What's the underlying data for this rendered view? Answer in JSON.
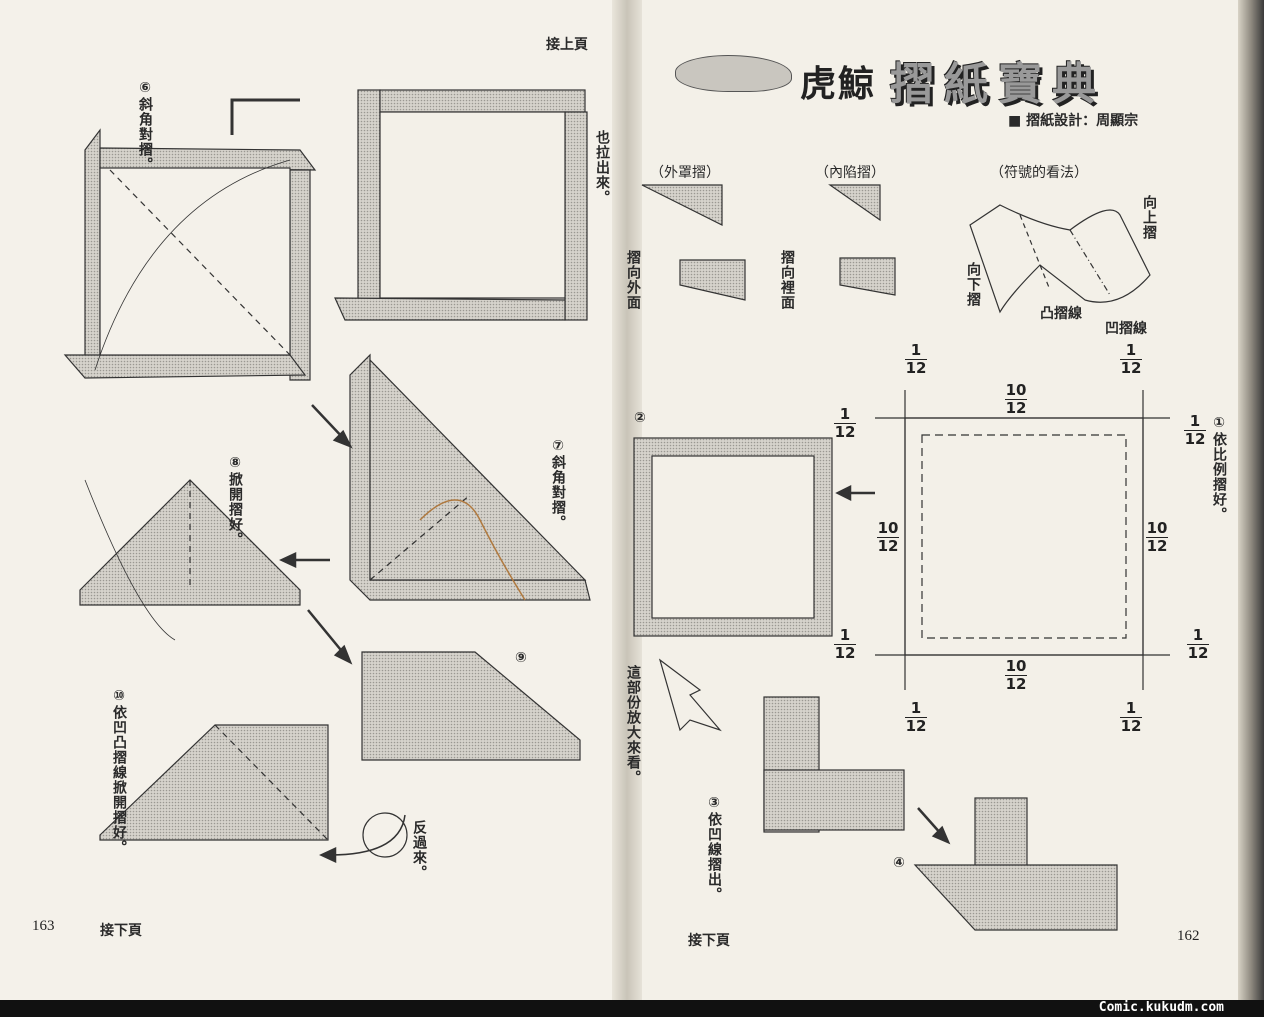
{
  "left_page": {
    "continued_from": "接上頁",
    "step6": "⑥斜角對摺。",
    "pull_out": "也拉出來。",
    "step7": "⑦斜角對摺。",
    "step8": "⑧掀開摺好。",
    "step9": "⑨",
    "step10": "⑩依凹凸摺線掀開摺好。",
    "flip_over": "反過來。",
    "page_number": "163",
    "continued_next": "接下頁"
  },
  "right_page": {
    "title_prefix": "虎鯨",
    "title": "摺紙寶典",
    "designer": "■ 摺紙設計：周顯宗",
    "outside_reverse": {
      "label": "（外罩摺）",
      "note": "摺向外面"
    },
    "inside_reverse": {
      "label": "（內陷摺）",
      "note": "摺向裡面"
    },
    "symbols": {
      "label": "（符號的看法）",
      "fold_up": "向上摺",
      "fold_down": "向下摺",
      "mountain": "凸摺線",
      "valley": "凹摺線"
    },
    "fractions": {
      "one_twelfth_num": "1",
      "den": "12",
      "ten_twelfths_num": "10"
    },
    "step1": "①依比例摺好。",
    "step2": "②",
    "enlarge": "這部份放大來看。",
    "step3": "③依凹線摺出。",
    "step4": "④",
    "continued_next": "接下頁",
    "page_number": "162"
  },
  "watermark": "Comic.kukudm.com"
}
